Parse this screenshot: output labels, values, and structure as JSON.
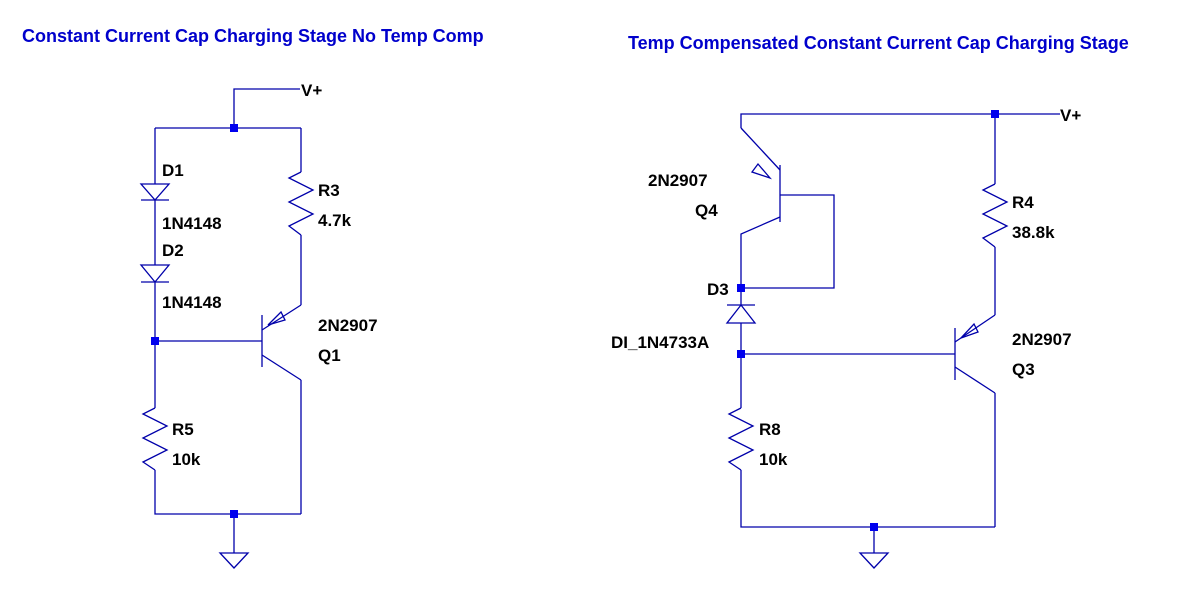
{
  "left": {
    "title": "Constant Current Cap Charging Stage No Temp Comp",
    "vplus": "V+",
    "d1": "D1",
    "d1_value": "1N4148",
    "d2": "D2",
    "d2_value": "1N4148",
    "r3": "R3",
    "r3_value": "4.7k",
    "q1_model": "2N2907",
    "q1": "Q1",
    "r5": "R5",
    "r5_value": "10k"
  },
  "right": {
    "title": "Temp Compensated Constant Current Cap Charging Stage",
    "vplus": "V+",
    "q4_model": "2N2907",
    "q4": "Q4",
    "r4": "R4",
    "r4_value": "38.8k",
    "d3": "D3",
    "d3_value": "DI_1N4733A",
    "q3_model": "2N2907",
    "q3": "Q3",
    "r8": "R8",
    "r8_value": "10k"
  }
}
